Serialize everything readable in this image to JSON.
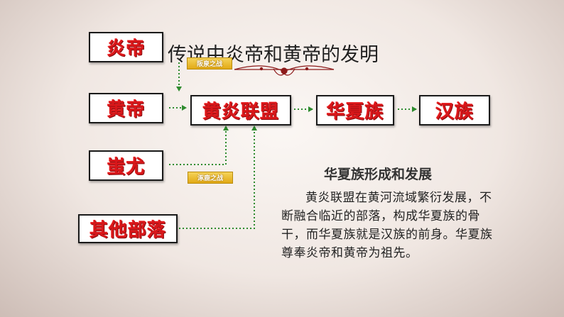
{
  "title": "传说中炎帝和黄帝的发明",
  "nodes": {
    "yandi": "炎帝",
    "huangdi": "黄帝",
    "chiyou": "蚩尤",
    "others": "其他部落",
    "alliance": "黄炎联盟",
    "huaxia": "华夏族",
    "han": "汉族"
  },
  "battles": {
    "banquan": "阪泉之战",
    "zhuolu": "涿鹿之战"
  },
  "section": {
    "heading": "华夏族形成和发展",
    "body": "黄炎联盟在黄河流域繁衍发展，不断融合临近的部落，构成华夏族的骨干，而华夏族就是汉族的前身。华夏族尊奉炎帝和黄帝为祖先。"
  },
  "colors": {
    "node_text": "#d8171a",
    "arrow": "#2e8b2e",
    "tag_bg": "#e8b421"
  }
}
